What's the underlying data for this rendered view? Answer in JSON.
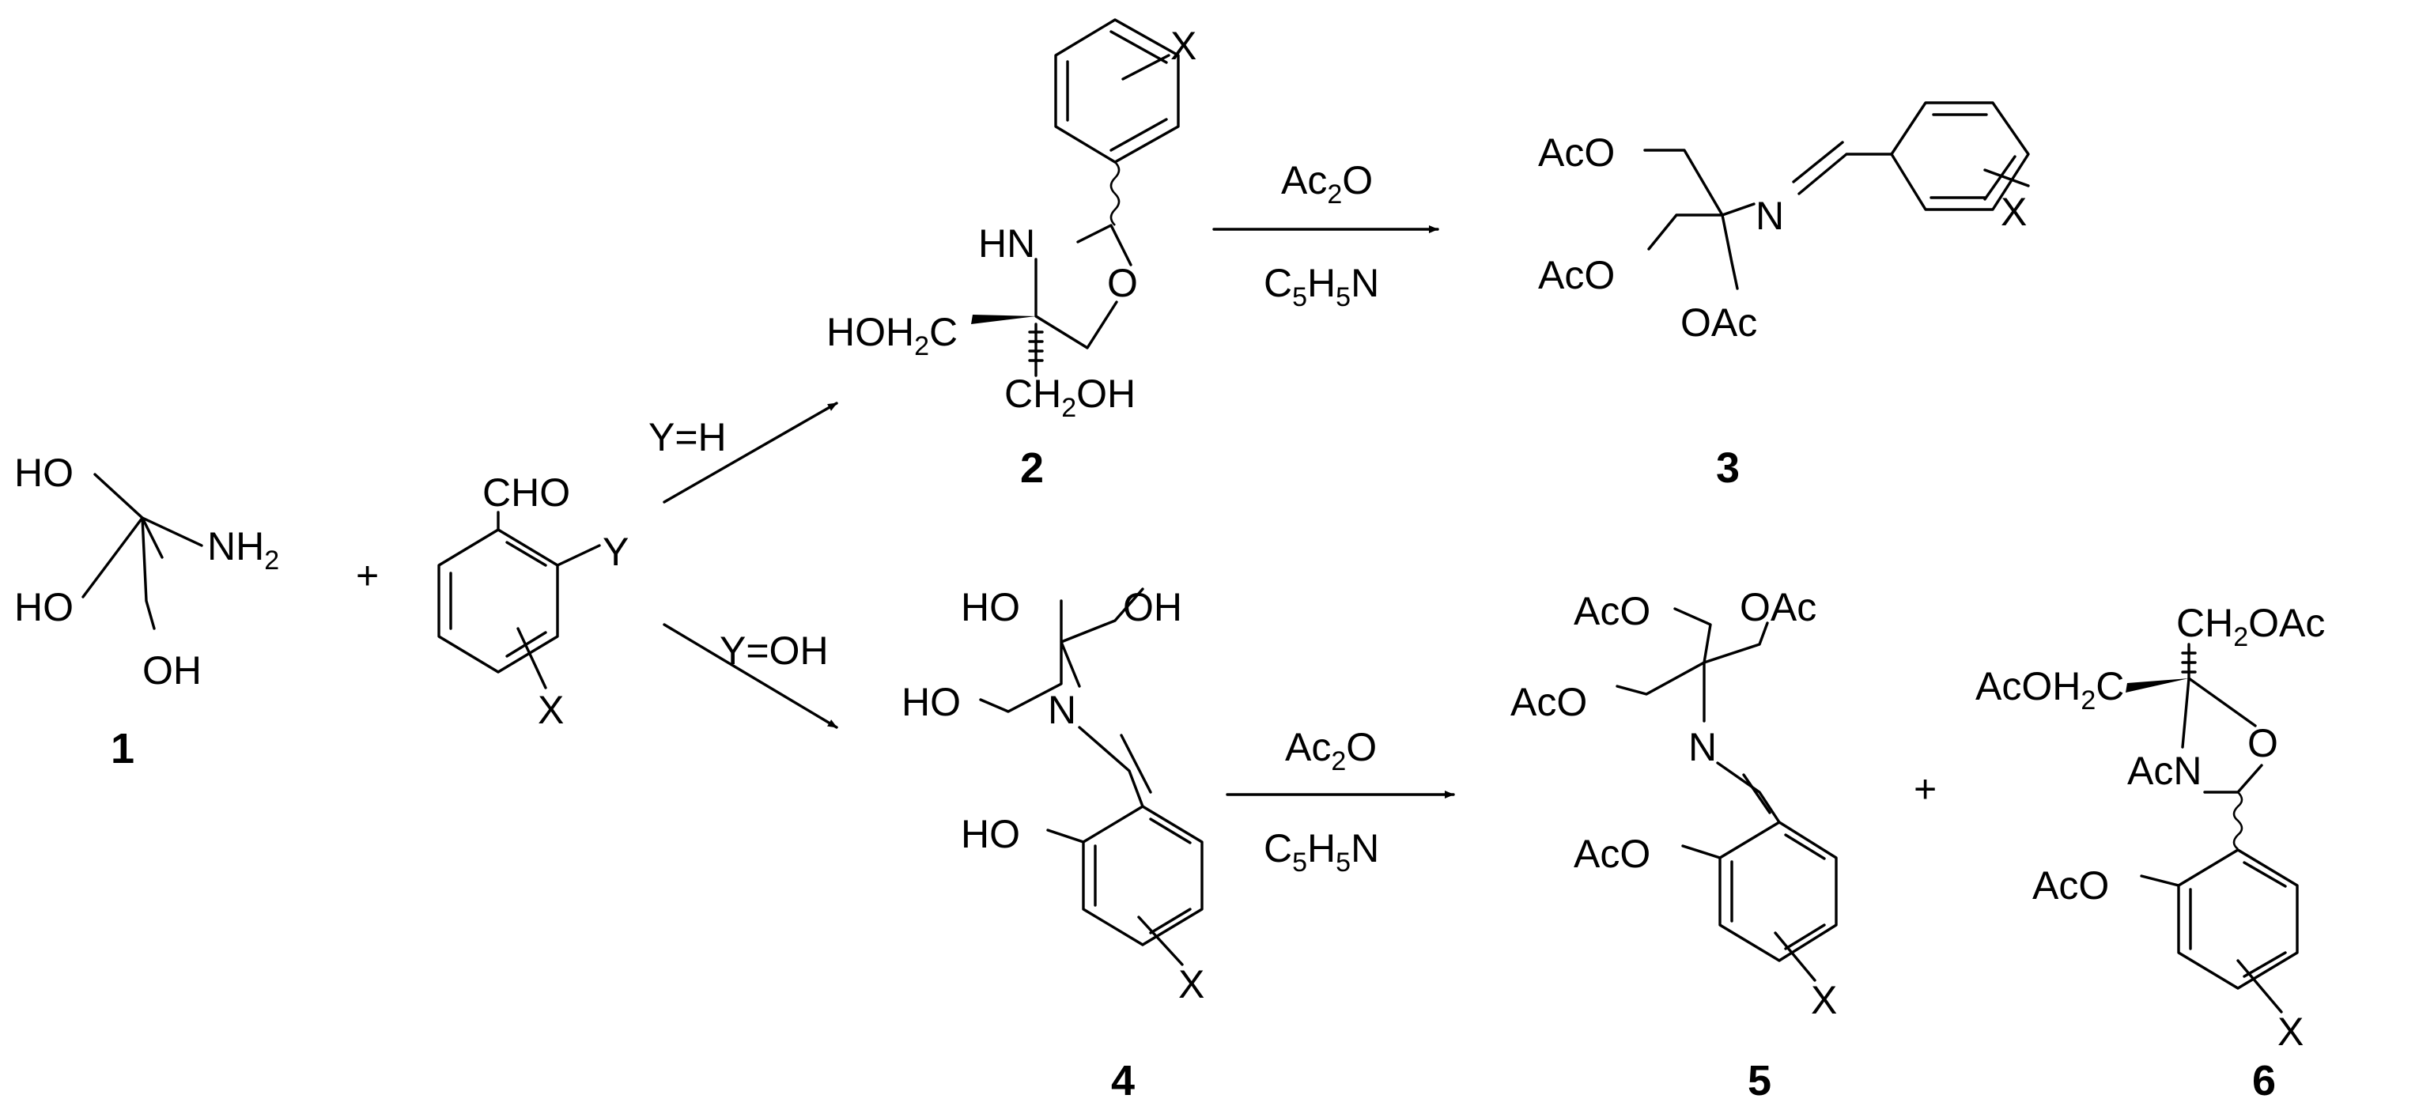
{
  "compounds": {
    "c1": {
      "number": "1",
      "labels": {
        "ho_top": "HO",
        "nh2": "NH",
        "nh2_sub": "2",
        "ho_left": "HO",
        "oh_bottom": "OH"
      }
    },
    "aldehyde": {
      "labels": {
        "cho": "CHO",
        "y": "Y",
        "x": "X"
      }
    },
    "c2": {
      "number": "2",
      "labels": {
        "x": "X",
        "hn": "HN",
        "o": "O",
        "hoh2c": "HOH",
        "hoh2c_sub": "2",
        "hoh2c_end": "C",
        "ch2oh": "CH",
        "ch2oh_sub": "2",
        "ch2oh_end": "OH"
      }
    },
    "c3": {
      "number": "3",
      "labels": {
        "aco1": "AcO",
        "aco2": "AcO",
        "oac": "OAc",
        "n": "N",
        "x": "X"
      }
    },
    "c4": {
      "number": "4",
      "labels": {
        "ho1": "HO",
        "ho2": "HO",
        "oh": "OH",
        "n": "N",
        "ho_ar": "HO",
        "x": "X"
      }
    },
    "c5": {
      "number": "5",
      "labels": {
        "aco1": "AcO",
        "aco2": "AcO",
        "oac": "OAc",
        "n": "N",
        "aco_ar": "AcO",
        "x": "X"
      }
    },
    "c6": {
      "number": "6",
      "labels": {
        "acoh2c": "AcOH",
        "acoh2c_sub": "2",
        "acoh2c_end": "C",
        "ch2oac": "CH",
        "ch2oac_sub": "2",
        "ch2oac_end": "OAc",
        "o": "O",
        "acn": "AcN",
        "aco_ar": "AcO",
        "x": "X"
      }
    }
  },
  "operators": {
    "plus1": "+",
    "plus2": "+"
  },
  "conditions": {
    "y_h": "Y=H",
    "y_oh": "Y=OH",
    "top_reagent": {
      "ac": "Ac",
      "ac_sub": "2",
      "ac_end": "O",
      "py": "C",
      "py_sub1": "5",
      "py_mid": "H",
      "py_sub2": "5",
      "py_end": "N"
    },
    "bottom_reagent": {
      "ac": "Ac",
      "ac_sub": "2",
      "ac_end": "O",
      "py": "C",
      "py_sub1": "5",
      "py_mid": "H",
      "py_sub2": "5",
      "py_end": "N"
    }
  }
}
